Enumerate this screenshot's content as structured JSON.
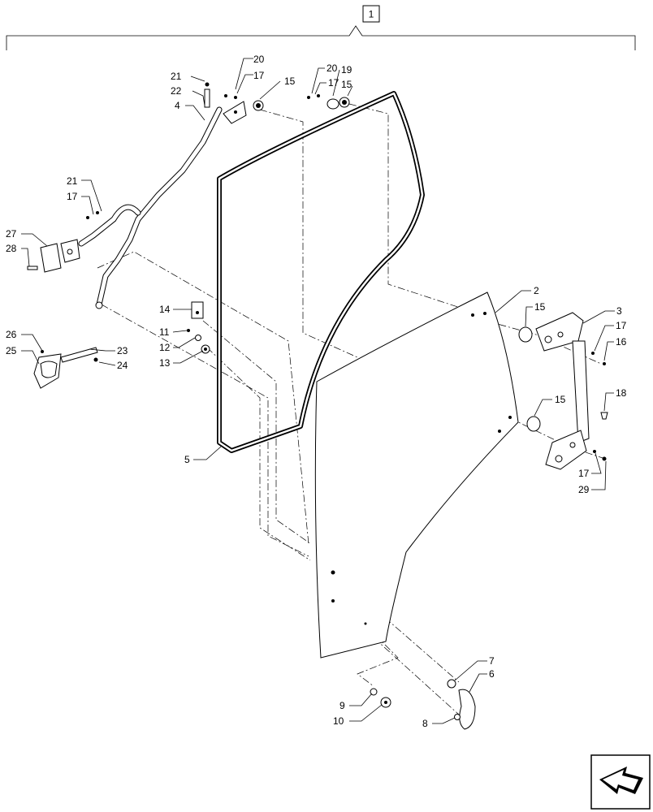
{
  "assembly_label": "1",
  "callouts": {
    "c2": "2",
    "c3": "3",
    "c4": "4",
    "c5": "5",
    "c6": "6",
    "c7": "7",
    "c8": "8",
    "c9": "9",
    "c10": "10",
    "c11": "11",
    "c12": "12",
    "c13": "13",
    "c14": "14",
    "c15a": "15",
    "c15b": "15",
    "c15c": "15",
    "c15d": "15",
    "c16": "16",
    "c17a": "17",
    "c17b": "17",
    "c17c": "17",
    "c17d": "17",
    "c17e": "17",
    "c18": "18",
    "c19": "19",
    "c20a": "20",
    "c20b": "20",
    "c21a": "21",
    "c21b": "21",
    "c22": "22",
    "c23": "23",
    "c24": "24",
    "c25": "25",
    "c26": "26",
    "c27": "27",
    "c28": "28",
    "c29": "29"
  },
  "nav_icon": "arrow-icon"
}
